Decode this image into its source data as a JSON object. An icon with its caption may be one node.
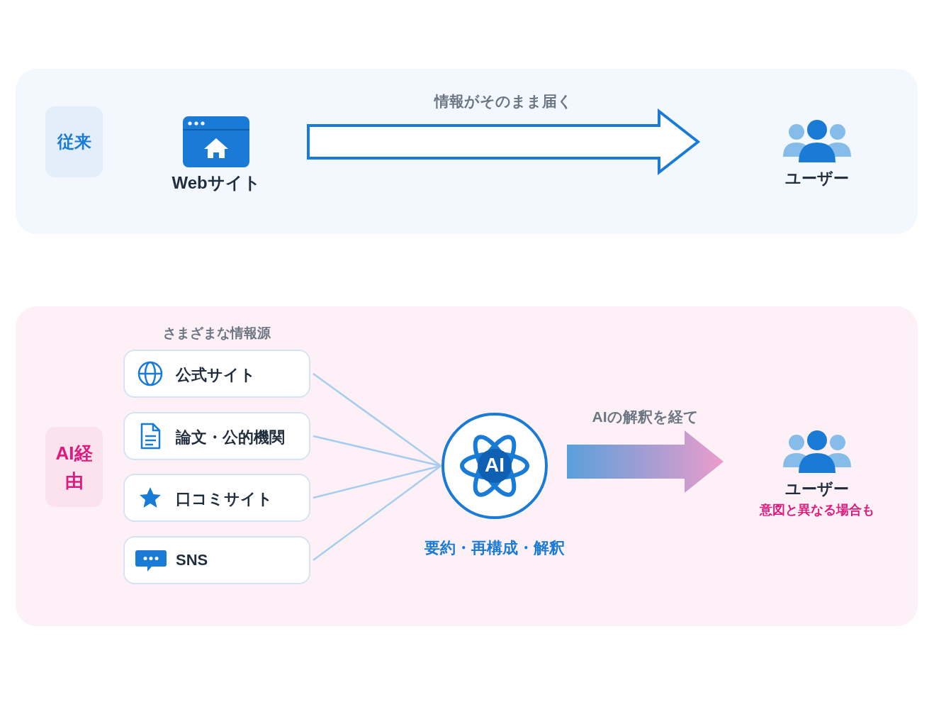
{
  "diagram": {
    "nodes": [
      {
        "text": [
          "従来"
        ]
      },
      {
        "text": [
          "Webサイト"
        ]
      },
      {
        "text": [
          "ユーザー"
        ]
      },
      {
        "text": [
          "AI経由"
        ]
      },
      {
        "text": [
          "公式サイト"
        ]
      },
      {
        "text": [
          "論文・公的機関"
        ]
      },
      {
        "text": [
          "口コミサイト"
        ]
      },
      {
        "text": [
          "SNS"
        ]
      },
      {
        "text": [
          "AI"
        ],
        "beside": [
          "要約・再構成・解釈"
        ]
      },
      {
        "text": [
          "ユーザー",
          "意図と異なる場合も"
        ]
      }
    ],
    "edges": [
      {
        "from": 1,
        "to": 2,
        "arrow": "to",
        "label": "情報がそのまま届く"
      },
      {
        "from": 4,
        "to": 8,
        "arrow": "none"
      },
      {
        "from": 5,
        "to": 8,
        "arrow": "none"
      },
      {
        "from": 6,
        "to": 8,
        "arrow": "none"
      },
      {
        "from": 7,
        "to": 8,
        "arrow": "none"
      },
      {
        "from": 8,
        "to": 9,
        "arrow": "to",
        "label": "AIの解釈を経て"
      }
    ],
    "labels": [
      "さまざまな情報源"
    ]
  }
}
